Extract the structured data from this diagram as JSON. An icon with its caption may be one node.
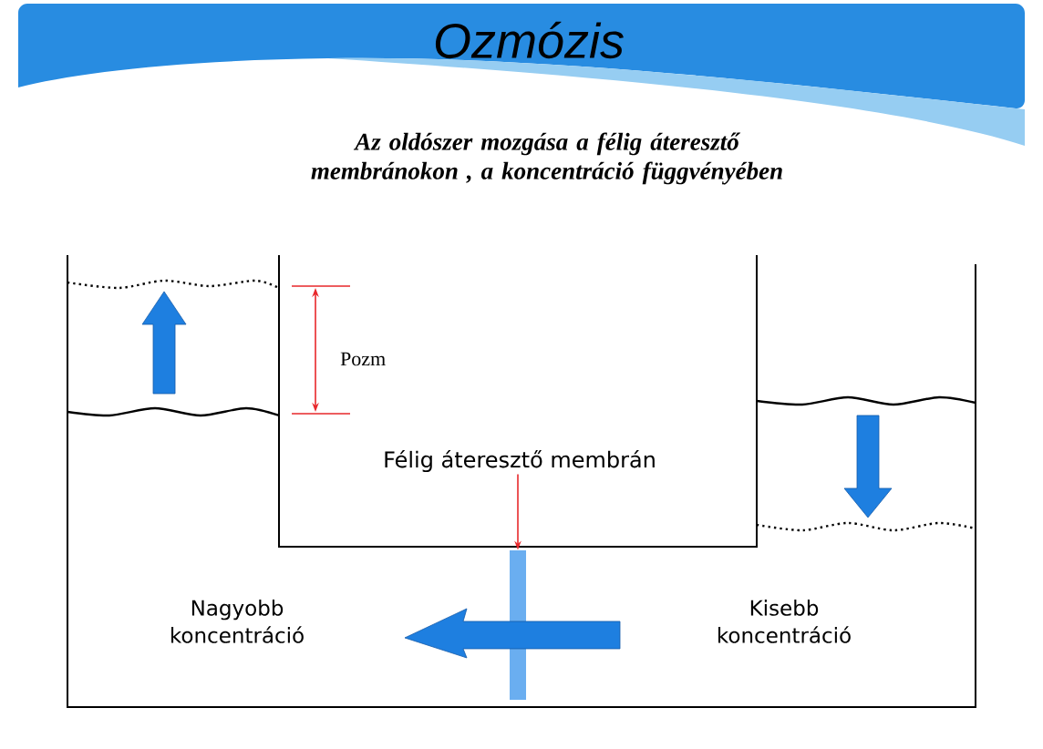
{
  "diagram": {
    "title": "Ozmózis",
    "nodes": [
      {
        "text": [
          "Félig áteresztő membrán"
        ]
      },
      {
        "text": [],
        "shape": "bar"
      }
    ],
    "edges": [
      {
        "from": 0,
        "to": 1,
        "arrow": "to",
        "color": "#e8282b"
      }
    ],
    "labels": [
      "Az oldószer mozgása a félig áteresztő  membránokon , a koncentráció függvényében",
      "Pozm",
      "Nagyobb koncentráció",
      "Kisebb koncentráció"
    ]
  }
}
